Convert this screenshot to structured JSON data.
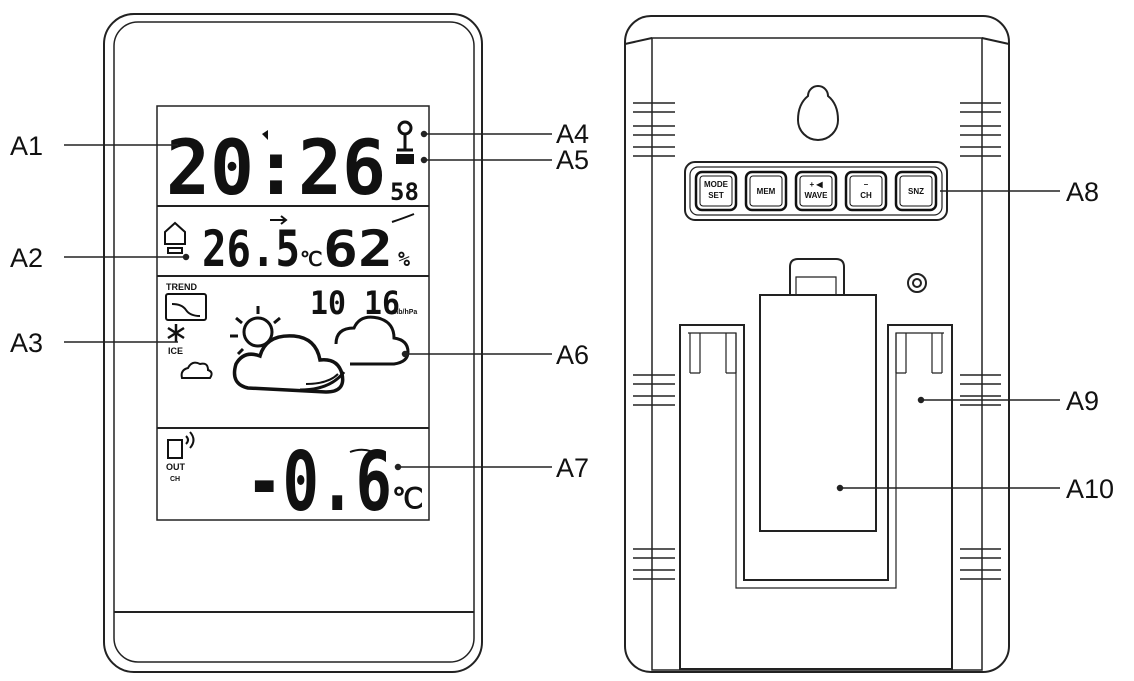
{
  "front": {
    "clock": {
      "time": "20:26",
      "seconds": "58"
    },
    "indoor": {
      "temperature": "26.5",
      "temp_unit": "℃",
      "humidity": "62",
      "humidity_unit": "%"
    },
    "trend_label": "TREND",
    "ice_label": "ICE",
    "pressure": {
      "value": "10 16",
      "unit": "mb/hPa"
    },
    "outdoor": {
      "label": "OUT",
      "channel": "CH",
      "temperature": "-0.6",
      "temp_unit": "℃"
    }
  },
  "back": {
    "buttons": [
      {
        "top": "MODE",
        "bottom": "SET"
      },
      {
        "top": "MEM",
        "bottom": ""
      },
      {
        "top": "+ ◀",
        "bottom": "WAVE"
      },
      {
        "top": "–",
        "bottom": "CH"
      },
      {
        "top": "SNZ",
        "bottom": ""
      }
    ]
  },
  "callouts": [
    "A1",
    "A2",
    "A3",
    "A4",
    "A5",
    "A6",
    "A7",
    "A8",
    "A9",
    "A10"
  ]
}
